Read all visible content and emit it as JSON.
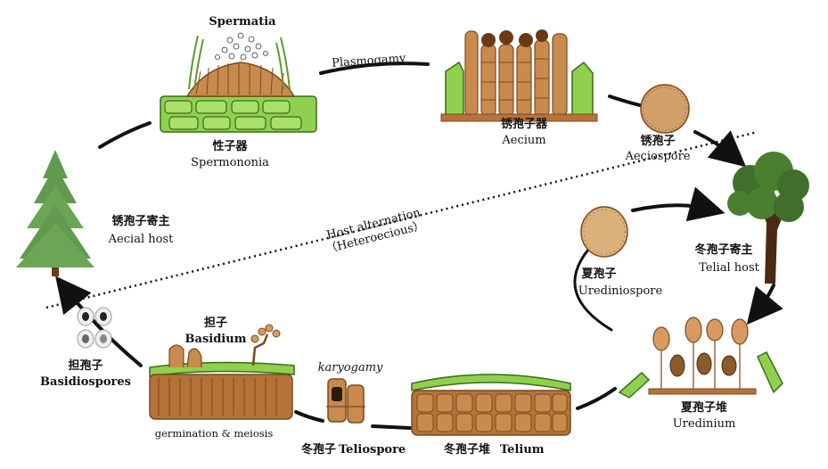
{
  "stages": {
    "spermatia": {
      "en": "Spermatia"
    },
    "spermogonia": {
      "zh": "性子器",
      "en": "Spermononia"
    },
    "plasmogamy": {
      "en": "Plasmogamy"
    },
    "aecium": {
      "zh": "锈孢子器",
      "en": "Aecium"
    },
    "aeciospore": {
      "zh": "锈孢子",
      "en": "Aeciospore"
    },
    "aecial_host": {
      "zh": "锈孢子寄主",
      "en": "Aecial host"
    },
    "host_alternation": {
      "line1": "Host alternation",
      "line2": "（Heteroecious）"
    },
    "telial_host": {
      "zh": "冬孢子寄主",
      "en": "Telial host"
    },
    "urediniospore": {
      "zh": "夏孢子",
      "en": "Urediniospore"
    },
    "uredinium": {
      "zh": "夏孢子堆",
      "en": "Uredinium"
    },
    "basidium": {
      "zh": "担子",
      "en": "Basidium"
    },
    "basidiospores": {
      "zh": "担孢子",
      "en": "Basidiospores"
    },
    "karyogamy": {
      "en": "karyogamy"
    },
    "germination": {
      "en": "germination & meiosis"
    },
    "teliospore": {
      "zh": "冬孢子",
      "en": "Teliospore"
    },
    "telium": {
      "zh": "冬孢子堆",
      "en": "Telium"
    }
  },
  "colors": {
    "hyphae_brown": "#b5733a",
    "hyphae_dark": "#7a4a1e",
    "spore_brown": "#c98a4e",
    "leaf_green": "#8fd14f",
    "leaf_dark": "#5e9a2e",
    "pine_green": "#5f9a4e",
    "tree_green": "#3f6f2a",
    "cycle_arrow": "#111111"
  },
  "icons": [
    "pine-tree-icon",
    "deciduous-tree-icon"
  ]
}
